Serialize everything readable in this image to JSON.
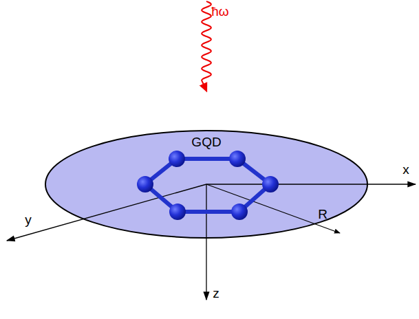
{
  "diagram": {
    "labels": [
      "ħω",
      "GQD",
      "x",
      "y",
      "z",
      "R"
    ]
  }
}
